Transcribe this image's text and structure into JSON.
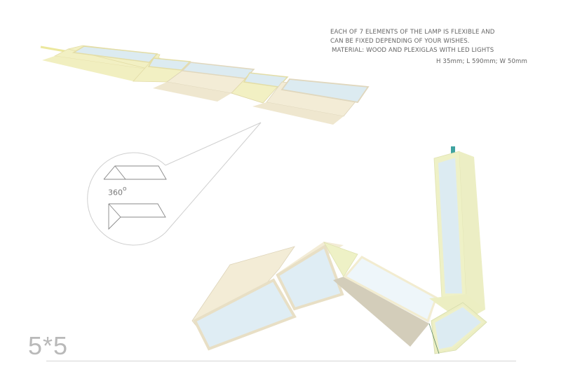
{
  "description": {
    "lines": [
      "EACH OF  7  ELEMENTS  OF  THE LAMP  IS  FLEXIBLE AND",
      "CAN BE  FIXED  DEPENDING  OF  YOUR  WISHES.",
      "MATERIAL:  WOOD  AND  PLEXIGLAS  WITH  LED  LIGHTS"
    ],
    "dimensions": "H 35mm; L 590mm; W 50mm"
  },
  "detail": {
    "rotation_value": "360",
    "rotation_unit": "o"
  },
  "title": "5*5",
  "colors": {
    "wood_light": "#f3ecd6",
    "wood_yellow": "#f1efbf",
    "plexiglas": "#d9ecf3",
    "wood_shadow": "#d2ccb8",
    "cable": "#3fa3a0",
    "text": "#666666",
    "title": "#b9b9b9"
  }
}
